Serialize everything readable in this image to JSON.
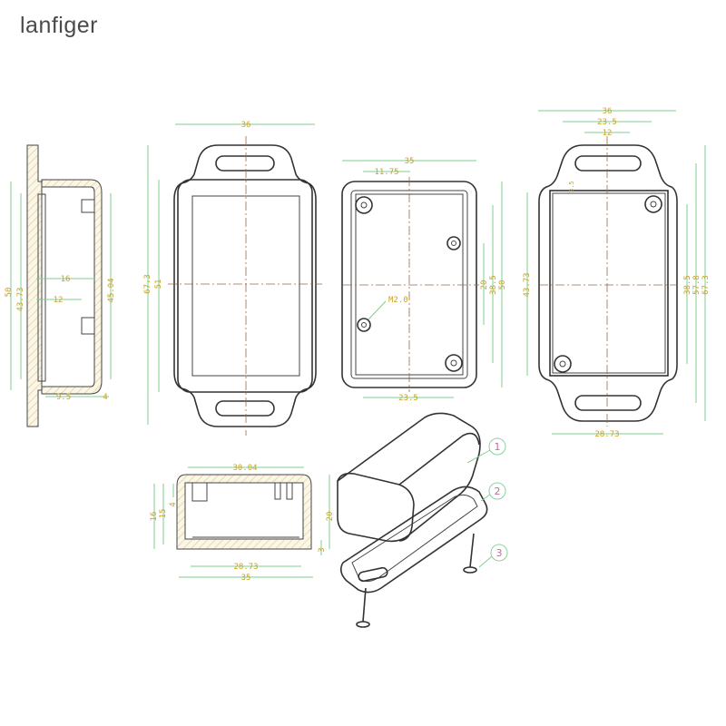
{
  "brand": "lanfiger",
  "side_section": {
    "dims": [
      "50",
      "43.73",
      "45.04",
      "16",
      "12",
      "9.5",
      "4"
    ]
  },
  "front_view": {
    "dims": [
      "36",
      "67.3",
      "51"
    ]
  },
  "inner_view": {
    "dims": [
      "35",
      "11.75",
      "23.5",
      "20",
      "38.5",
      "50"
    ],
    "thread_label": "M2.0"
  },
  "back_view": {
    "dims": [
      "36",
      "23.5",
      "12",
      "3.5",
      "43.73",
      "38.5",
      "57.8",
      "67.3",
      "28.73"
    ]
  },
  "bottom_section": {
    "dims": [
      "30.04",
      "16",
      "15",
      "4",
      "20",
      "3",
      "28.73",
      "35"
    ]
  },
  "exploded_view": {
    "callouts": [
      "1",
      "2",
      "3"
    ]
  },
  "colors": {
    "dimension": "#7fcf8e",
    "label": "#c9a227",
    "outline": "#333333",
    "callout": "#c070a0"
  }
}
